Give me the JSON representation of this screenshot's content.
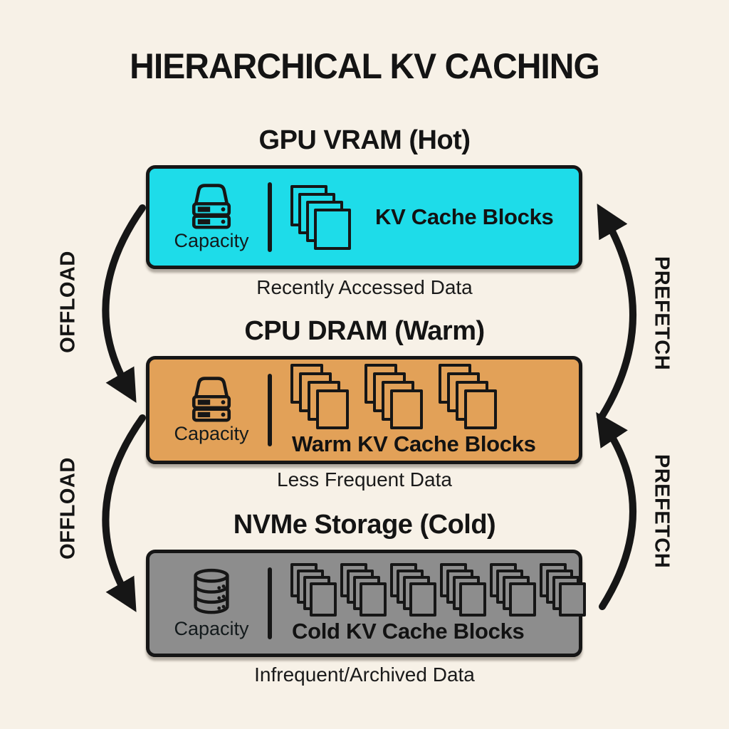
{
  "title": "HIERARCHICAL KV CACHING",
  "colors": {
    "background": "#f7f1e7",
    "hot_fill": "#1edce9",
    "warm_fill": "#e2a158",
    "cold_fill": "#8d8d8d",
    "ink": "#161616"
  },
  "tiers": [
    {
      "name": "gpu-vram-hot",
      "heading": "GPU VRAM (Hot)",
      "capacity_label": "Capacity",
      "capacity_icon": "server-drive-icon",
      "blocks_label": "KV Cache Blocks",
      "block_stacks": 1,
      "caption": "Recently Accessed Data",
      "fill": "#1edce9"
    },
    {
      "name": "cpu-dram-warm",
      "heading": "CPU DRAM (Warm)",
      "capacity_label": "Capacity",
      "capacity_icon": "server-drive-icon",
      "blocks_label": "Warm KV Cache Blocks",
      "block_stacks": 3,
      "caption": "Less Frequent Data",
      "fill": "#e2a158"
    },
    {
      "name": "nvme-storage-cold",
      "heading": "NVMe Storage (Cold)",
      "capacity_label": "Capacity",
      "capacity_icon": "database-icon",
      "blocks_label": "Cold KV Cache Blocks",
      "block_stacks": 6,
      "caption": "Infrequent/Archived Data",
      "fill": "#8d8d8d"
    }
  ],
  "flows": {
    "offload_label": "OFFLOAD",
    "prefetch_label": "PREFETCH"
  },
  "blocks": {
    "squares_per_stack": 4
  }
}
